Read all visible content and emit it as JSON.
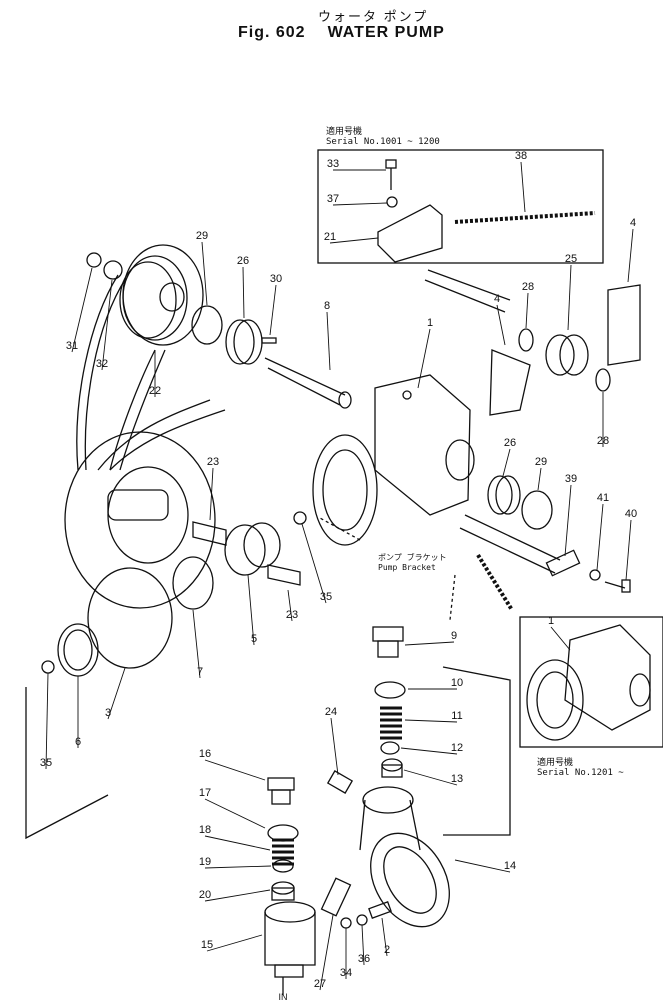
{
  "title": {
    "japanese": "ウォータ ポンプ",
    "fig": "Fig. 602",
    "name": "WATER PUMP"
  },
  "notes": {
    "serial_top_jp": "適用号機",
    "serial_top": "Serial No.1001 ~ 1200",
    "serial_bottom_jp": "適用号機",
    "serial_bottom": "Serial No.1201 ~",
    "pump_bracket_jp": "ポンプ ブラケット",
    "pump_bracket": "Pump Bracket"
  },
  "callouts": [
    "1",
    "2",
    "3",
    "4",
    "4",
    "5",
    "6",
    "7",
    "8",
    "9",
    "10",
    "11",
    "12",
    "13",
    "14",
    "15",
    "16",
    "17",
    "18",
    "19",
    "20",
    "21",
    "22",
    "23",
    "23",
    "24",
    "25",
    "26",
    "26",
    "27",
    "28",
    "28",
    "29",
    "29",
    "30",
    "31",
    "32",
    "33",
    "34",
    "35",
    "35",
    "36",
    "37",
    "38",
    "39",
    "40",
    "41",
    "1",
    "1",
    "1"
  ],
  "inlet_label": "IN"
}
